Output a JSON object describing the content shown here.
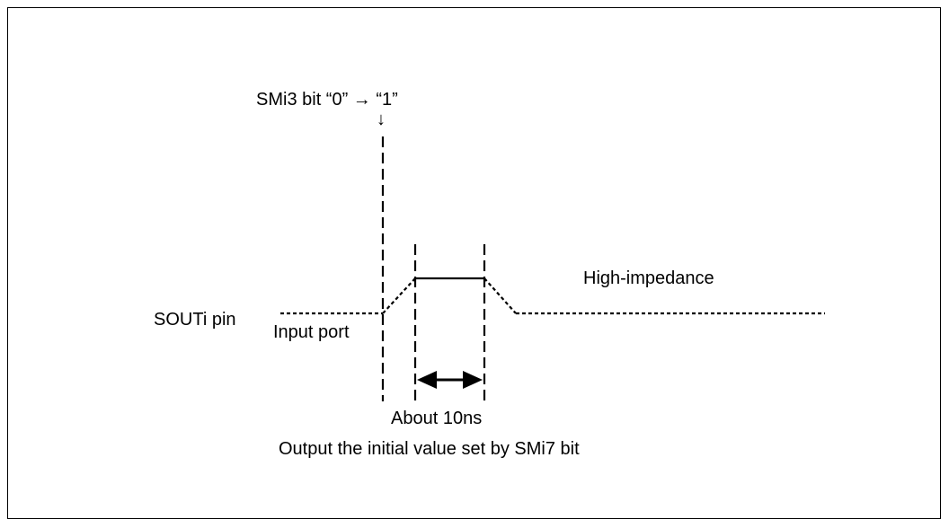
{
  "diagram": {
    "trigger_label": "SMi3 bit  “0” → “1”",
    "trigger_arrow": "↓",
    "pin_label": "SOUTi pin",
    "input_port_label": "Input port",
    "high_impedance_label": "High-impedance",
    "duration_label": "About 10ns",
    "caption": "Output the initial value set by SMi7 bit"
  }
}
